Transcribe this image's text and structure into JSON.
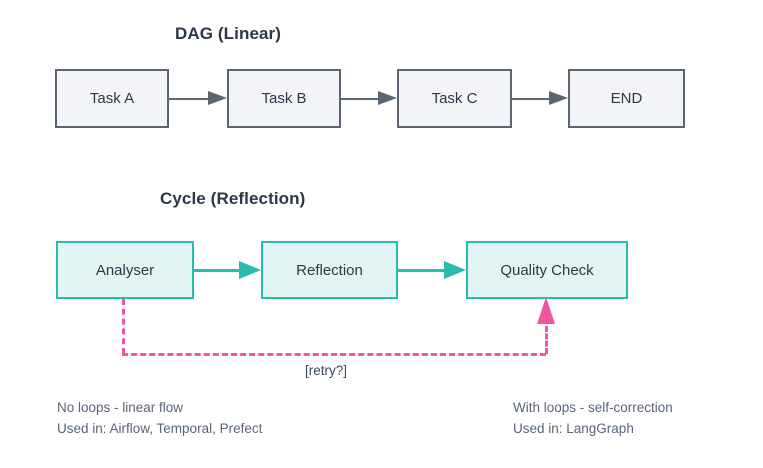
{
  "dag": {
    "title": "DAG (Linear)",
    "nodes": [
      "Task A",
      "Task B",
      "Task C",
      "END"
    ],
    "caption_line1": "No loops - linear flow",
    "caption_line2": "Used in: Airflow, Temporal, Prefect"
  },
  "cycle": {
    "title": "Cycle (Reflection)",
    "nodes": [
      "Analyser",
      "Reflection",
      "Quality Check"
    ],
    "retry_label": "[retry?]",
    "caption_line1": "With loops - self-correction",
    "caption_line2": "Used in: LangGraph"
  },
  "colors": {
    "gray_node_border": "#5b6472",
    "gray_node_fill": "#f3f4f8",
    "gray_arrow": "#5d6572",
    "teal_node_border": "#2bbbad",
    "teal_node_fill": "#e1f5f2",
    "retry_pink": "#f0569f",
    "title_text": "#2d3748",
    "node_text": "#2f3747",
    "caption_text": "#5b6679"
  }
}
